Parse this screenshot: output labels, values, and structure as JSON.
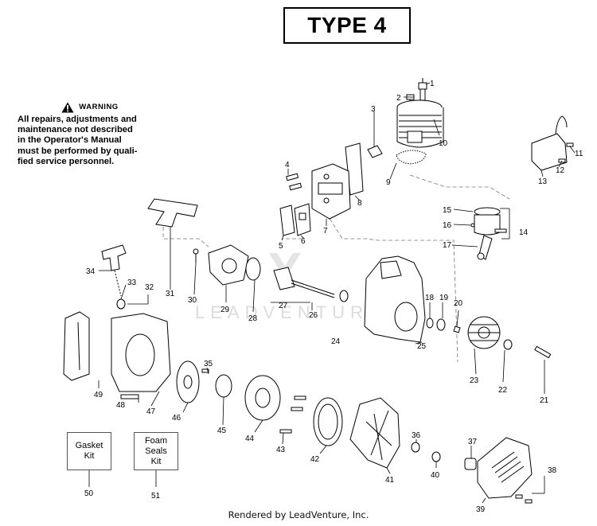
{
  "header": {
    "type_label": "TYPE 4"
  },
  "warning": {
    "title": "WARNING",
    "lines": [
      "All repairs, adjustments and",
      "maintenance not described",
      "in the Operator's Manual",
      "must be performed by quali-",
      "fied service personnel."
    ]
  },
  "watermark": {
    "text": "LEADVENTURE"
  },
  "kits": [
    {
      "line1": "Gasket",
      "line2": "Kit",
      "line3": "",
      "number": "50"
    },
    {
      "line1": "Foam",
      "line2": "Seals",
      "line3": "Kit",
      "number": "51"
    }
  ],
  "part_numbers": [
    "1",
    "2",
    "3",
    "4",
    "5",
    "6",
    "7",
    "8",
    "9",
    "10",
    "11",
    "12",
    "13",
    "14",
    "15",
    "16",
    "17",
    "18",
    "19",
    "20",
    "21",
    "22",
    "23",
    "24",
    "25",
    "26",
    "27",
    "28",
    "29",
    "30",
    "31",
    "32",
    "33",
    "34",
    "35",
    "36",
    "37",
    "38",
    "39",
    "40",
    "41",
    "42",
    "43",
    "44",
    "45",
    "46",
    "47",
    "48",
    "49"
  ],
  "footer": {
    "text": "Rendered by LeadVenture, Inc."
  }
}
